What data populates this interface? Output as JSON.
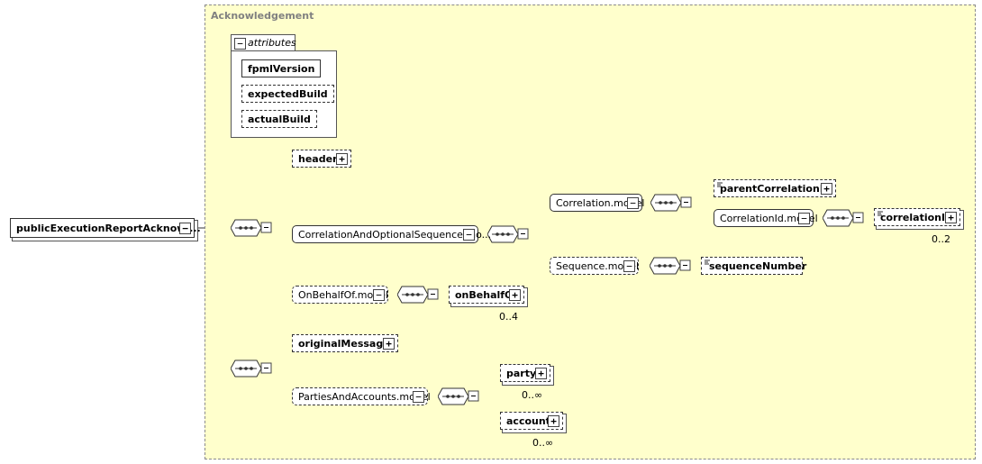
{
  "diagram": {
    "group_title": "Acknowledgement",
    "root": {
      "label": "publicExecutionReportAcknowl..."
    },
    "attributes": {
      "tab_label": "attributes",
      "items": [
        "fpmlVersion",
        "expectedBuild",
        "actualBuild"
      ]
    },
    "nodes": {
      "header": "header",
      "correlation_seq_model": "CorrelationAndOptionalSequence.mo...",
      "correlation_model": "Correlation.model",
      "parent_correlation_id": "parentCorrelationId",
      "correlation_id_model": "CorrelationId.model",
      "correlation_id": "correlationId",
      "sequence_model": "Sequence.model",
      "sequence_number": "sequenceNumber",
      "on_behalf_of_model": "OnBehalfOf.model",
      "on_behalf_of": "onBehalfOf",
      "original_message": "originalMessage",
      "parties_accounts_model": "PartiesAndAccounts.model",
      "party": "party",
      "account": "account"
    },
    "cardinalities": {
      "correlation_id": "0..2",
      "on_behalf_of": "0..4",
      "party": "0..∞",
      "account": "0..∞"
    },
    "toggle_collapse": "−",
    "toggle_expand": "+"
  }
}
